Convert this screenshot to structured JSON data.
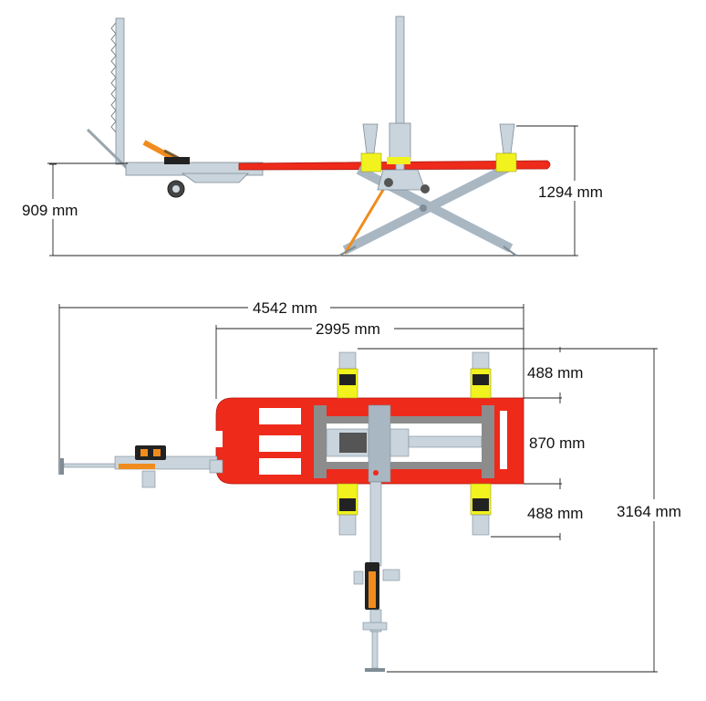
{
  "dimensions": {
    "side_height_left": "909 mm",
    "side_height_right": "1294 mm",
    "total_length": "4542 mm",
    "bench_length": "2995 mm",
    "clamp_span_top": "488 mm",
    "center_width": "870 mm",
    "clamp_span_bottom": "488 mm",
    "total_width": "3164 mm"
  },
  "colors": {
    "bench_red": "#ee2a1b",
    "clamp_yellow": "#f2f21e",
    "steel_grey": "#c9d4dc",
    "tower_grey": "#a9b7c3",
    "frame_grey": "#8c8c8c",
    "pump_orange": "#f08c1e",
    "dark": "#222222"
  }
}
